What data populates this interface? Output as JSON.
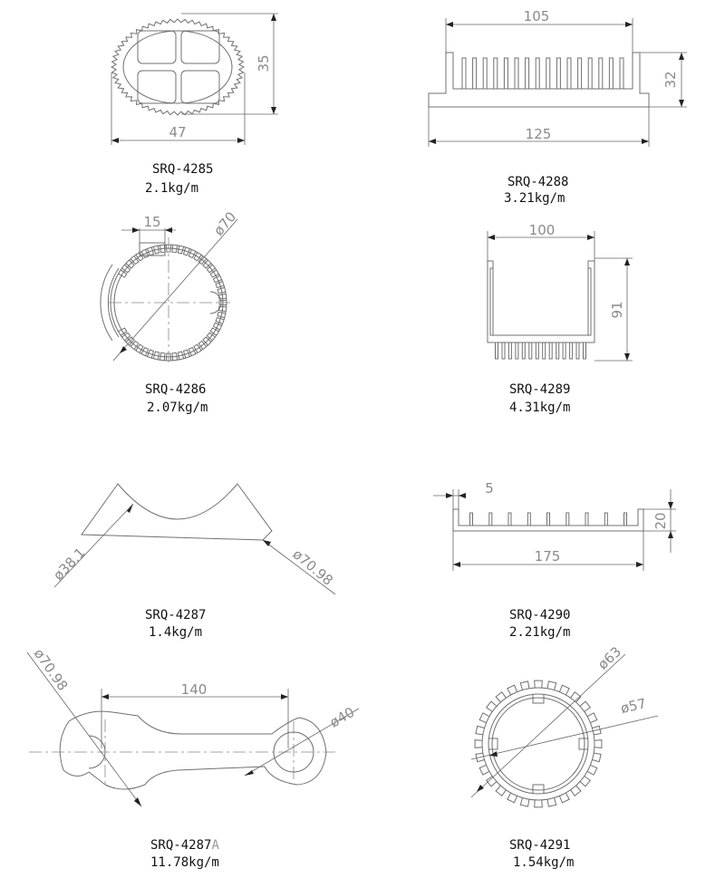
{
  "parts": [
    {
      "code": "SRQ-4285",
      "weight": "2.1kg/m",
      "dims": [
        "47",
        "35"
      ]
    },
    {
      "code": "SRQ-4288",
      "weight": "3.21kg/m",
      "dims": [
        "105",
        "125",
        "32"
      ]
    },
    {
      "code": "SRQ-4286",
      "weight": "2.07kg/m",
      "dims": [
        "15",
        "ø70"
      ]
    },
    {
      "code": "SRQ-4289",
      "weight": "4.31kg/m",
      "dims": [
        "100",
        "91"
      ]
    },
    {
      "code": "SRQ-4287",
      "weight": "1.4kg/m",
      "dims": [
        "ø38.1",
        "ø70.98"
      ]
    },
    {
      "code": "SRQ-4290",
      "weight": "2.21kg/m",
      "dims": [
        "5",
        "175",
        "20"
      ]
    },
    {
      "code": "SRQ-4287",
      "code_suffix": "A",
      "weight": "11.78kg/m",
      "dims": [
        "ø70.98",
        "140",
        "ø40"
      ]
    },
    {
      "code": "SRQ-4291",
      "weight": "1.54kg/m",
      "dims": [
        "ø63",
        "ø57"
      ]
    }
  ]
}
